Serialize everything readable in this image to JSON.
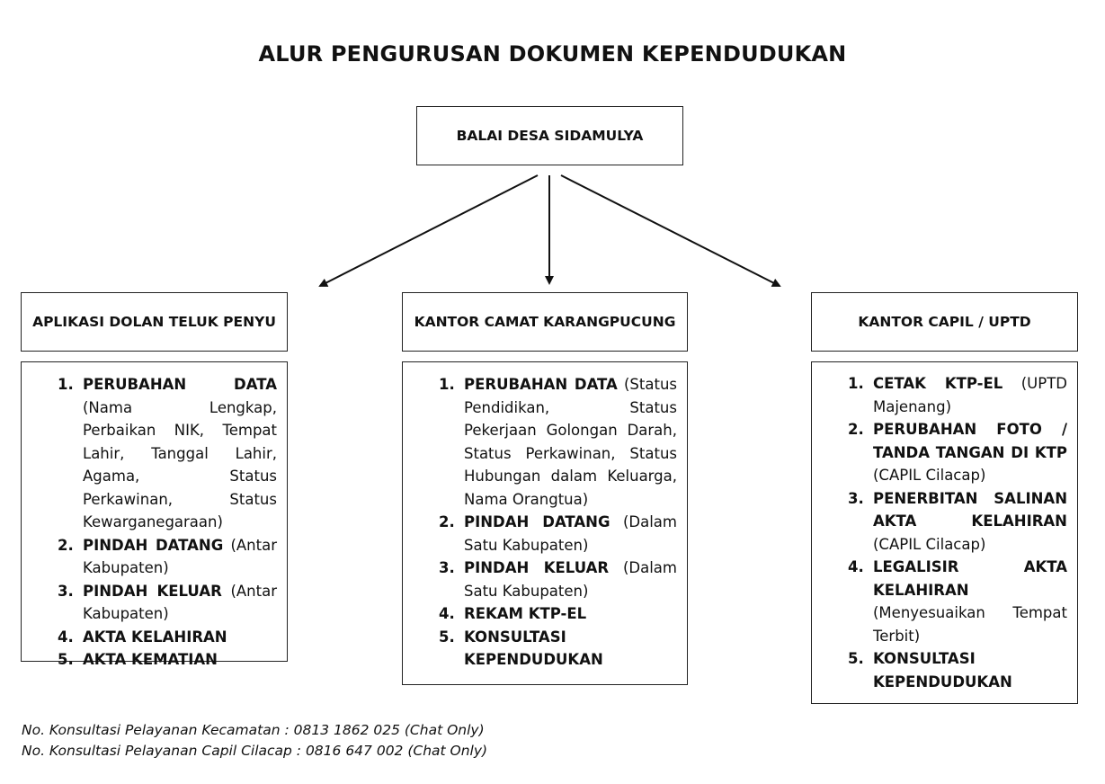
{
  "title": "ALUR PENGURUSAN DOKUMEN KEPENDUDUKAN",
  "root": {
    "label": "BALAI DESA SIDAMULYA"
  },
  "columns": [
    {
      "header": "APLIKASI DOLAN TELUK PENYU",
      "items": [
        {
          "num": "1.",
          "bold": "PERUBAHAN DATA",
          "rest": " (Nama Lengkap, Perbaikan NIK, Tempat Lahir, Tanggal Lahir, Agama, Status Perkawinan, Status Kewarganegaraan)"
        },
        {
          "num": "2.",
          "bold": "PINDAH DATANG",
          "rest": " (Antar Kabupaten)"
        },
        {
          "num": "3.",
          "bold": "PINDAH KELUAR",
          "rest": " (Antar Kabupaten)"
        },
        {
          "num": "4.",
          "bold": "AKTA KELAHIRAN",
          "rest": ""
        },
        {
          "num": "5.",
          "bold": "AKTA KEMATIAN",
          "rest": ""
        }
      ]
    },
    {
      "header": "KANTOR CAMAT KARANGPUCUNG",
      "items": [
        {
          "num": "1.",
          "bold": "PERUBAHAN DATA",
          "rest": " (Status Pendidikan, Status Pekerjaan Golongan Darah, Status Perkawinan, Status Hubungan dalam Keluarga, Nama Orangtua)"
        },
        {
          "num": "2.",
          "bold": "PINDAH DATANG",
          "rest": " (Dalam Satu Kabupaten)"
        },
        {
          "num": "3.",
          "bold": "PINDAH KELUAR",
          "rest": " (Dalam Satu Kabupaten)"
        },
        {
          "num": "4.",
          "bold": "REKAM KTP-EL",
          "rest": ""
        },
        {
          "num": "5.",
          "bold": "KONSULTASI KEPENDUDUKAN",
          "rest": ""
        }
      ]
    },
    {
      "header": "KANTOR CAPIL / UPTD",
      "items": [
        {
          "num": "1.",
          "bold": "CETAK KTP-EL",
          "rest": " (UPTD Majenang)"
        },
        {
          "num": "2.",
          "bold": "PERUBAHAN FOTO / TANDA TANGAN DI KTP",
          "rest": " (CAPIL Cilacap)"
        },
        {
          "num": "3.",
          "bold": "PENERBITAN SALINAN AKTA KELAHIRAN",
          "rest": " (CAPIL Cilacap)"
        },
        {
          "num": "4.",
          "bold": "LEGALISIR AKTA KELAHIRAN",
          "rest": " (Menyesuaikan Tempat Terbit)"
        },
        {
          "num": "5.",
          "bold": "KONSULTASI KEPENDUDUKAN",
          "rest": ""
        }
      ]
    }
  ],
  "footer": {
    "line1": "No. Konsultasi Pelayanan Kecamatan : 0813 1862 025 (Chat Only)",
    "line2": "No. Konsultasi Pelayanan Capil Cilacap : 0816 647 002 (Chat Only)"
  }
}
